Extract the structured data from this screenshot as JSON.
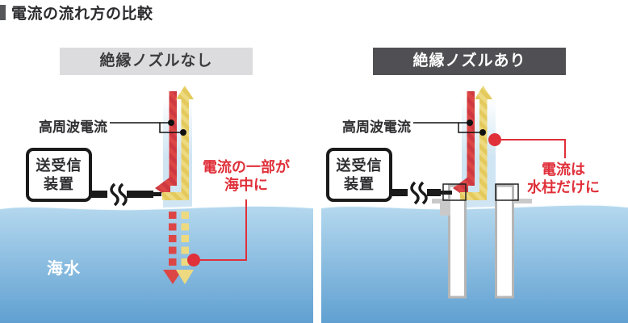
{
  "page": {
    "title": "電流の流れ方の比較"
  },
  "colors": {
    "accent_red": "#DC4746",
    "accent_red_stripe": "#CE3840",
    "arrow_yellow": "#EDDA80",
    "arrow_yellow_stripe": "#E4C95C",
    "sea_top": "#B4D8EE",
    "sea_bottom": "#60A0D1",
    "water_column": "#CFE5F3",
    "header_light_bg": "#DCDCDE",
    "header_dark_bg": "#505054",
    "annotation_red": "#E0303A",
    "cable_black": "#1A1A1A",
    "nozzle_gray": "#B6B6B6"
  },
  "left_panel": {
    "header": "絶縁ノズルなし",
    "current_label": "高周波電流",
    "device_line1": "送受信",
    "device_line2": "装置",
    "annotation_line1": "電流の一部が",
    "annotation_line2": "海中に",
    "sea_label": "海水"
  },
  "right_panel": {
    "header": "絶縁ノズルあり",
    "current_label": "高周波電流",
    "device_line1": "送受信",
    "device_line2": "装置",
    "annotation_line1": "電流は",
    "annotation_line2": "水柱だけに"
  }
}
